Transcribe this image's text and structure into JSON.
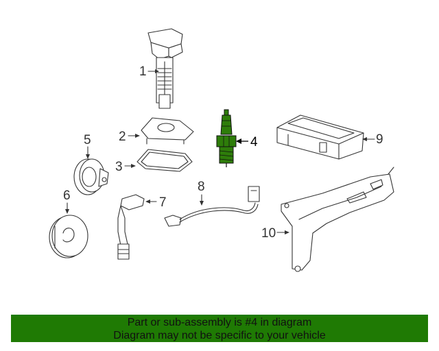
{
  "diagram": {
    "callouts": {
      "c1": "1",
      "c2": "2",
      "c3": "3",
      "c4": "4",
      "c5": "5",
      "c6": "6",
      "c7": "7",
      "c8": "8",
      "c9": "9",
      "c10": "10"
    },
    "highlight_color": "#2e7d0a"
  },
  "banner": {
    "line1": "Part or sub-assembly is #4 in diagram",
    "line2": "Diagram may not be specific to your vehicle",
    "background": "#1f7a04"
  }
}
